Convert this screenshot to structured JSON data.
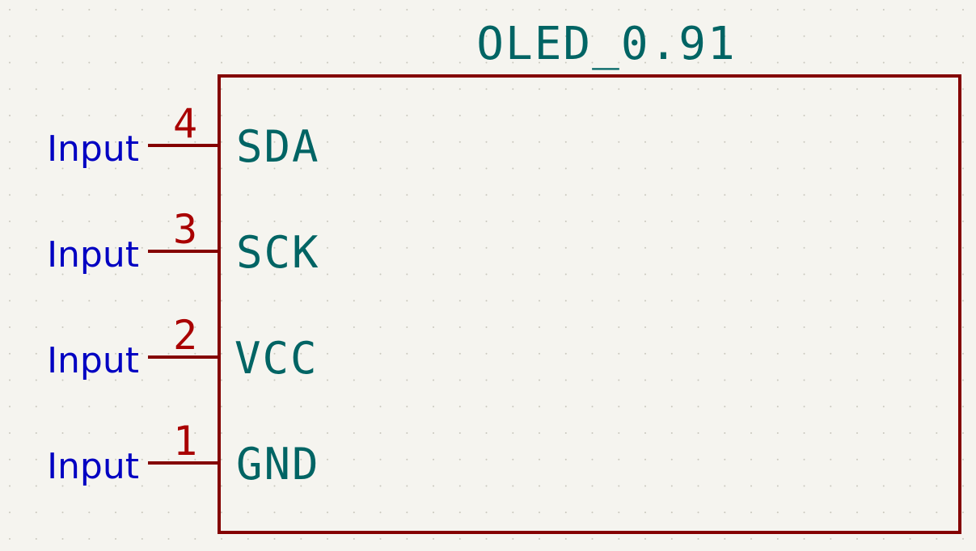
{
  "symbol": {
    "value": "OLED_0.91",
    "pins": [
      {
        "number": "4",
        "name": "SDA",
        "type": "Input"
      },
      {
        "number": "3",
        "name": "SCK",
        "type": "Input"
      },
      {
        "number": "2",
        "name": "VCC",
        "type": "Input"
      },
      {
        "number": "1",
        "name": "GND",
        "type": "Input"
      }
    ]
  },
  "colors": {
    "background": "#f5f4ef",
    "grid_dot": "#c9c7bd",
    "body_outline": "#840000",
    "pin_line": "#840000",
    "pin_number": "#a90000",
    "pin_name": "#006464",
    "symbol_value": "#006464",
    "pin_type": "#0000c2"
  }
}
